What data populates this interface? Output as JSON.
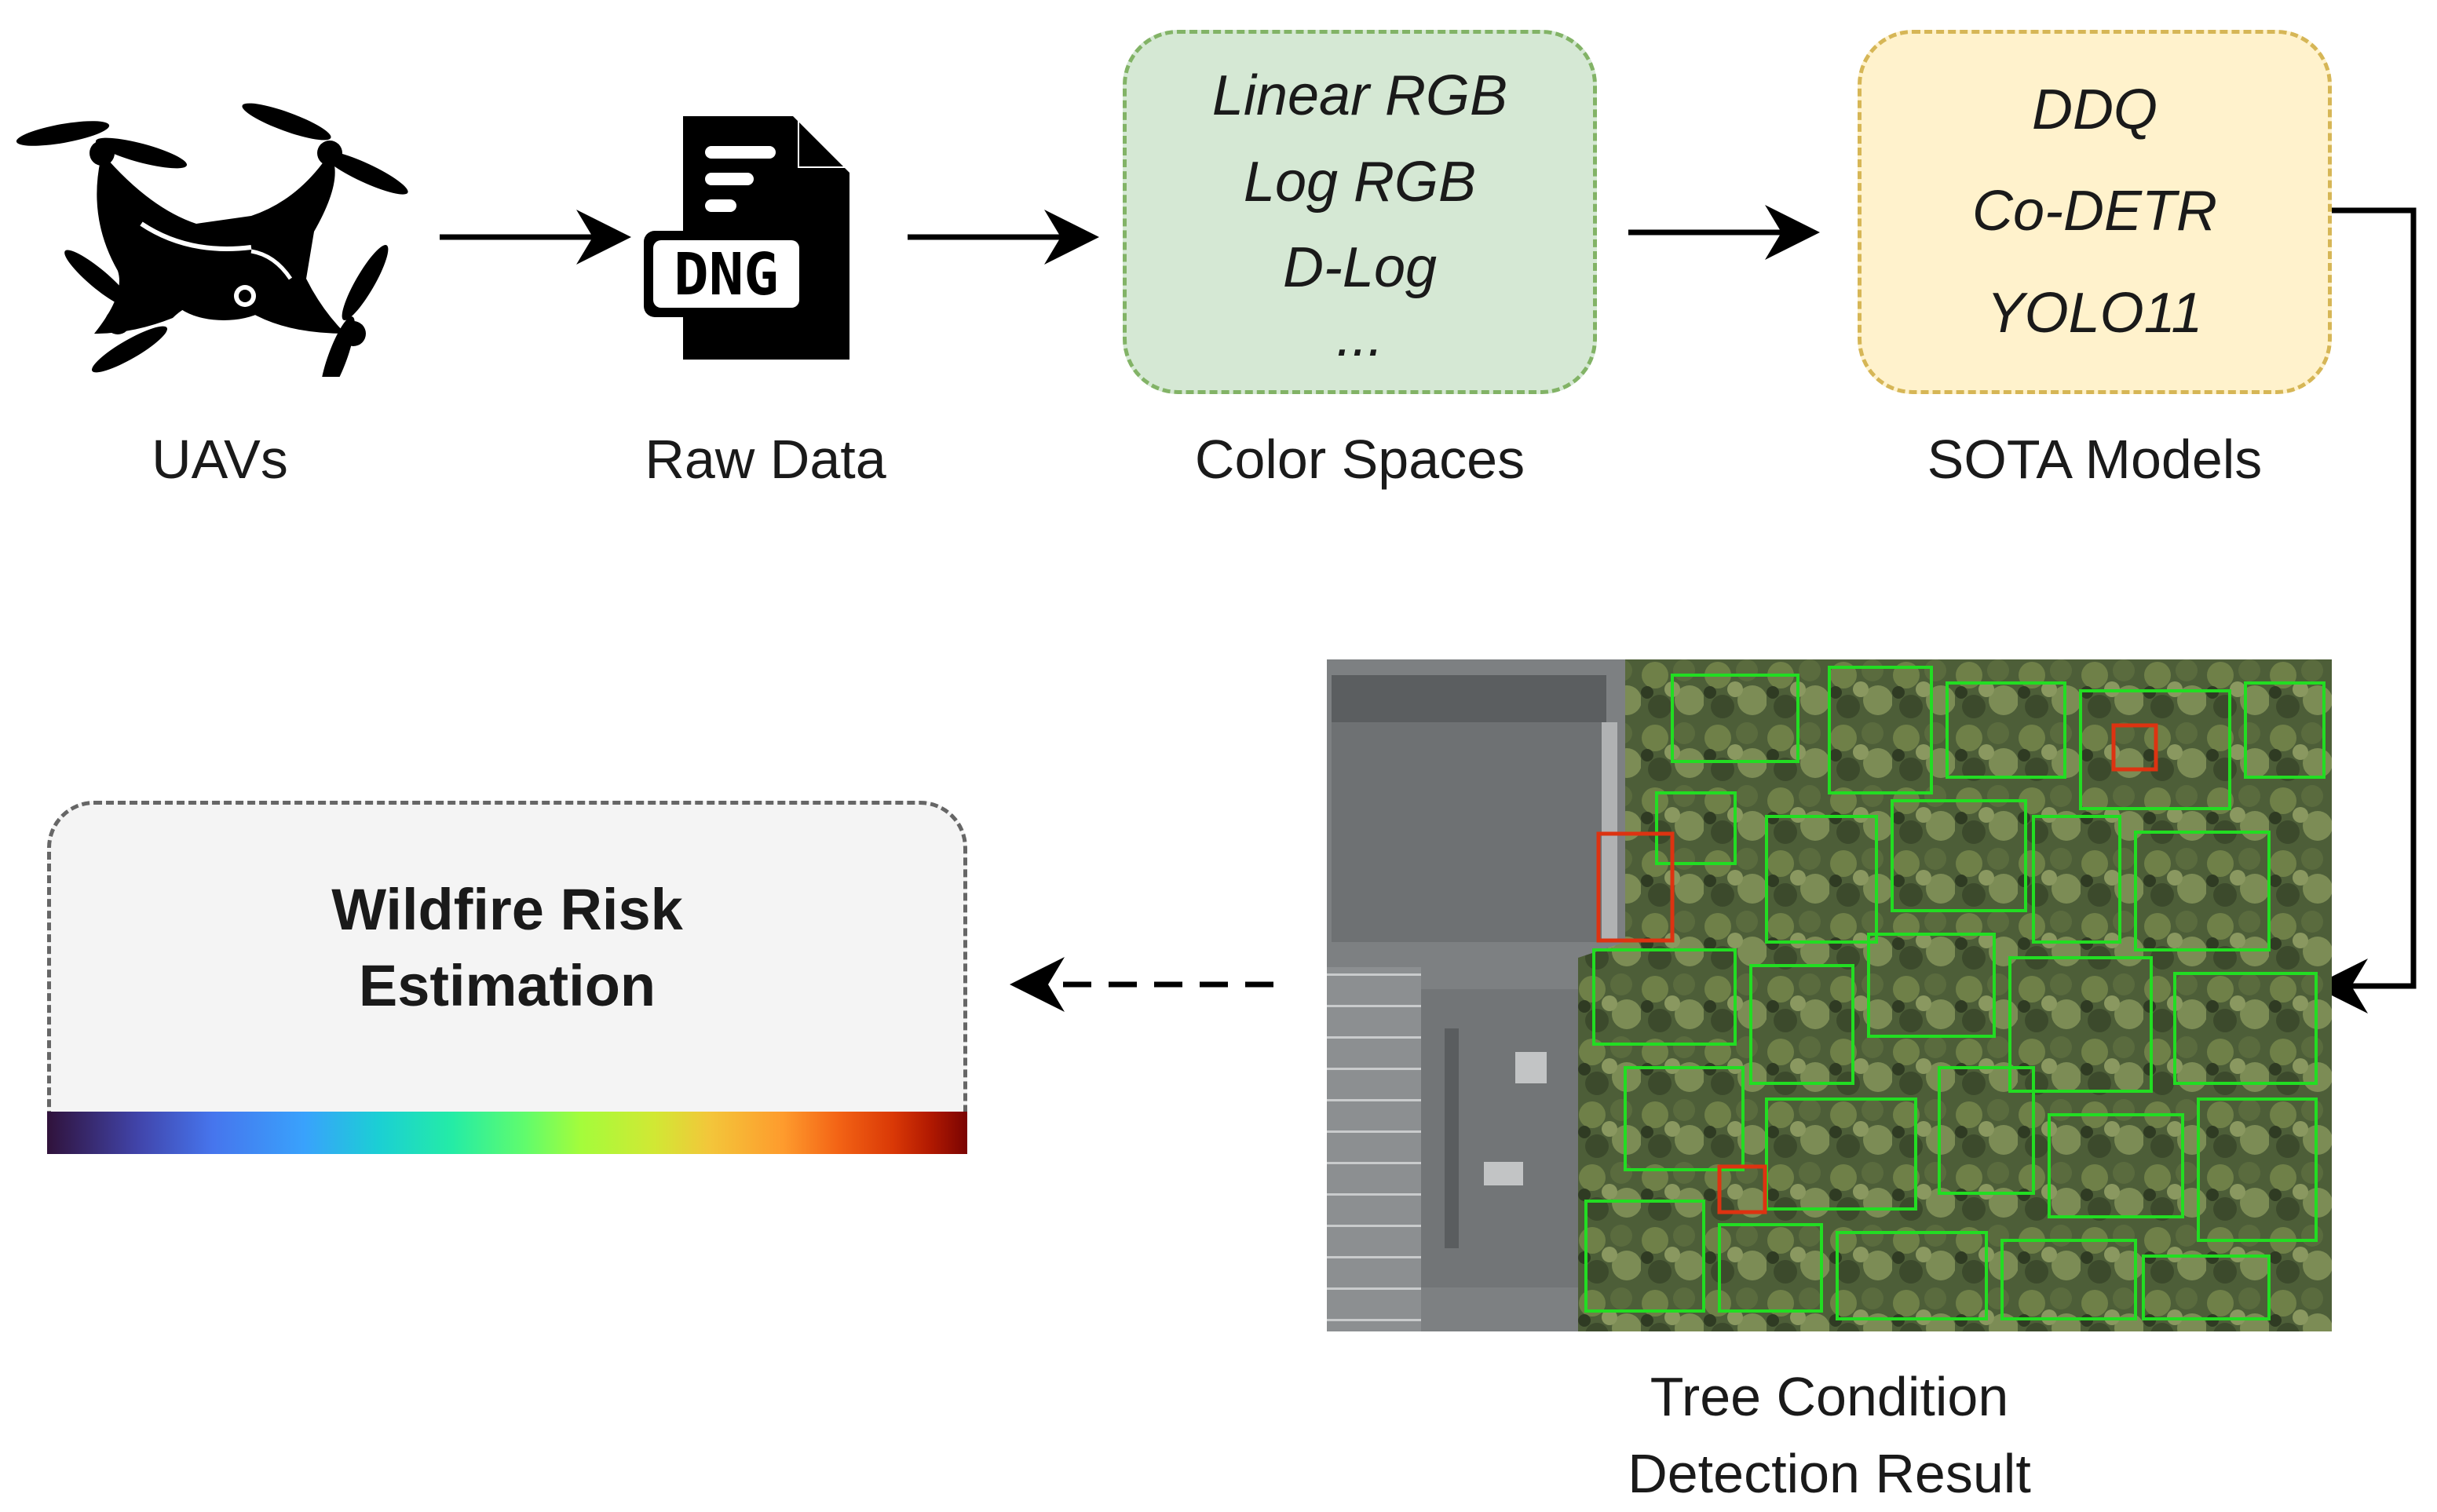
{
  "nodes": {
    "uavs": {
      "label": "UAVs",
      "icon": "drone-icon"
    },
    "raw_data": {
      "label": "Raw Data",
      "icon": "dng-file-icon",
      "file_badge": "DNG"
    },
    "color_spaces": {
      "label": "Color Spaces",
      "items": [
        "Linear RGB",
        "Log RGB",
        "D-Log",
        "..."
      ],
      "fill": "#d5e8d4",
      "border": "#82b366"
    },
    "sota_models": {
      "label": "SOTA Models",
      "items": [
        "DDQ",
        "Co-DETR",
        "YOLO11"
      ],
      "fill": "#fff2cc",
      "border": "#d6b656"
    },
    "detection": {
      "label_lines": [
        "Tree Condition",
        "Detection Result"
      ],
      "healthy_box_color": "#22dd22",
      "dead_box_color": "#dd3311"
    },
    "risk": {
      "title_lines": [
        "Wildfire Risk",
        "Estimation"
      ],
      "colormap": "turbo"
    }
  },
  "edges": [
    {
      "from": "uavs",
      "to": "raw_data",
      "style": "solid"
    },
    {
      "from": "raw_data",
      "to": "color_spaces",
      "style": "solid"
    },
    {
      "from": "color_spaces",
      "to": "sota_models",
      "style": "solid"
    },
    {
      "from": "sota_models",
      "to": "detection",
      "style": "solid"
    },
    {
      "from": "detection",
      "to": "risk",
      "style": "dashed"
    }
  ]
}
